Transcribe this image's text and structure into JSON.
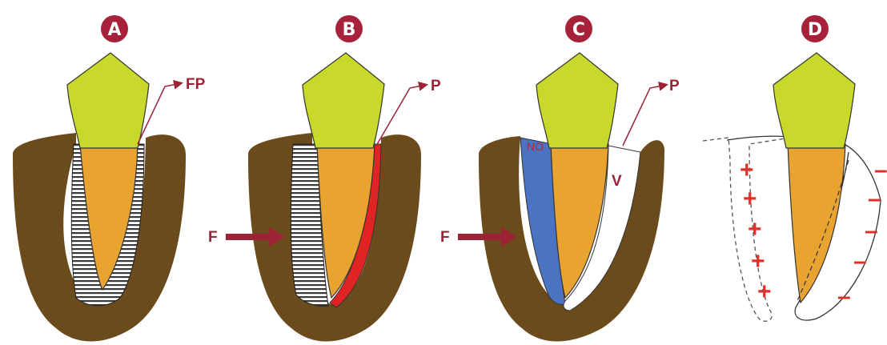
{
  "panels": [
    {
      "badge": "A",
      "labels": {
        "pointer": "FP"
      }
    },
    {
      "badge": "B",
      "labels": {
        "pointer": "P",
        "force": "F"
      }
    },
    {
      "badge": "C",
      "labels": {
        "pointer": "P",
        "force": "F",
        "no": "NO",
        "v": "V"
      }
    },
    {
      "badge": "D",
      "labels": {
        "plus": "+",
        "minus": "–"
      }
    }
  ],
  "colors": {
    "badge": "#a8213a",
    "bone": "#6b4a1c",
    "crown": "#c8d92b",
    "root": "#e8a331",
    "ligament_compressed": "#e02424",
    "ligament_blue": "#4a73c2",
    "arrow": "#9b2335",
    "sign": "#e0302c"
  }
}
